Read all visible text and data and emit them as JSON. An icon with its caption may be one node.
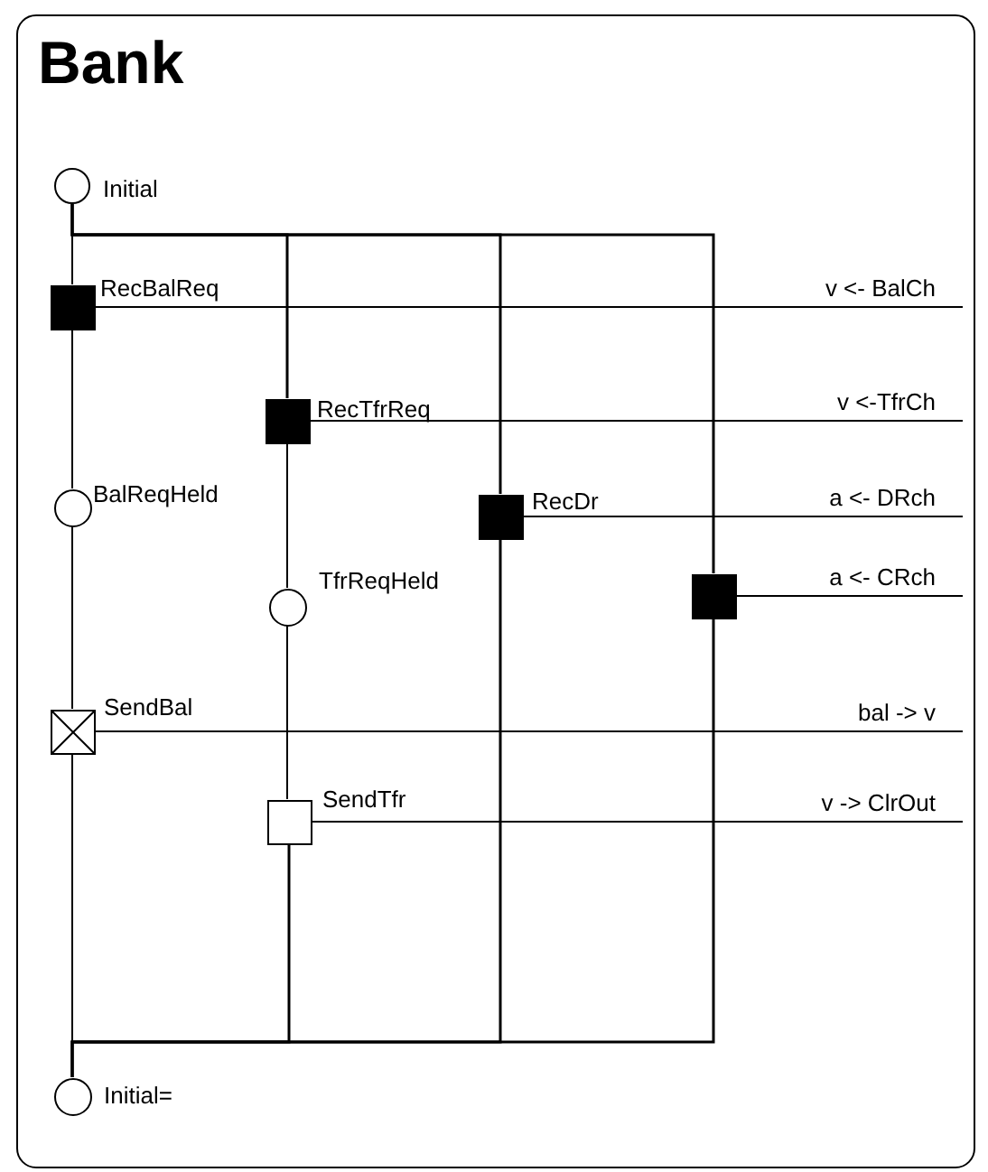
{
  "diagram": {
    "nodes": [
      {
        "text": [
          "Bank"
        ]
      },
      {
        "text": [
          "Initial"
        ],
        "in": 0
      },
      {
        "text": [
          "RecBalReq"
        ],
        "in": 0
      },
      {
        "text": [
          "RecTfrReq"
        ],
        "in": 0
      },
      {
        "text": [
          "BalReqHeld"
        ],
        "in": 0
      },
      {
        "text": [
          "RecDr"
        ],
        "in": 0
      },
      {
        "text": [
          "TfrReqHeld"
        ],
        "in": 0
      },
      {
        "text": [],
        "shape": "box",
        "in": 0
      },
      {
        "text": [
          "SendBal"
        ],
        "in": 0
      },
      {
        "text": [
          "SendTfr"
        ],
        "in": 0
      },
      {
        "text": [
          "Initial="
        ],
        "in": 0
      }
    ],
    "edges": [
      {
        "from": 1,
        "to": 2,
        "arrow": "none"
      },
      {
        "from": 1,
        "to": 3,
        "arrow": "none"
      },
      {
        "from": 1,
        "to": 5,
        "arrow": "none"
      },
      {
        "from": 1,
        "to": 7,
        "arrow": "none"
      },
      {
        "from": 2,
        "to": 4,
        "arrow": "none"
      },
      {
        "from": 4,
        "to": 8,
        "arrow": "none"
      },
      {
        "from": 3,
        "to": 6,
        "arrow": "none"
      },
      {
        "from": 6,
        "to": 9,
        "arrow": "none"
      },
      {
        "from": 8,
        "to": 10,
        "arrow": "none"
      },
      {
        "from": 9,
        "to": 10,
        "arrow": "none"
      },
      {
        "from": 5,
        "to": 10,
        "arrow": "none"
      },
      {
        "from": 7,
        "to": 10,
        "arrow": "none"
      },
      {
        "from": 2,
        "to": null,
        "arrow": "none",
        "label": "v <- BalCh"
      },
      {
        "from": 3,
        "to": null,
        "arrow": "none",
        "label": "v <-TfrCh"
      },
      {
        "from": 5,
        "to": null,
        "arrow": "none",
        "label": "a <- DRch"
      },
      {
        "from": 7,
        "to": null,
        "arrow": "none",
        "label": "a <- CRch"
      },
      {
        "from": 8,
        "to": null,
        "arrow": "none",
        "label": "bal -> v"
      },
      {
        "from": 9,
        "to": null,
        "arrow": "none",
        "label": "v -> ClrOut"
      }
    ]
  }
}
